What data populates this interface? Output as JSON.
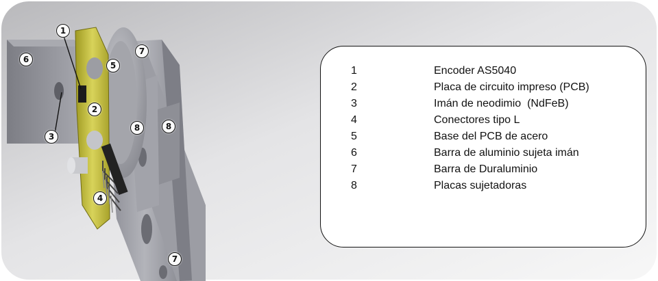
{
  "callouts": [
    "1",
    "2",
    "3",
    "4",
    "5",
    "6",
    "7",
    "8"
  ],
  "legend": [
    {
      "num": "1",
      "text": "Encoder AS5040"
    },
    {
      "num": "2",
      "text": "Placa de circuito impreso (PCB)"
    },
    {
      "num": "3",
      "text": "Imán de neodimio  (NdFeB)"
    },
    {
      "num": "4",
      "text": "Conectores tipo L"
    },
    {
      "num": "5",
      "text": "Base del PCB de acero"
    },
    {
      "num": "6",
      "text": "Barra de aluminio sujeta imán"
    },
    {
      "num": "7",
      "text": "Barra de Duraluminio"
    },
    {
      "num": "8",
      "text": "Placas sujetadoras"
    }
  ],
  "colors": {
    "pcb": "#d4cf4a",
    "metal": "#9a9ba2",
    "background": "#e6e6e6"
  }
}
